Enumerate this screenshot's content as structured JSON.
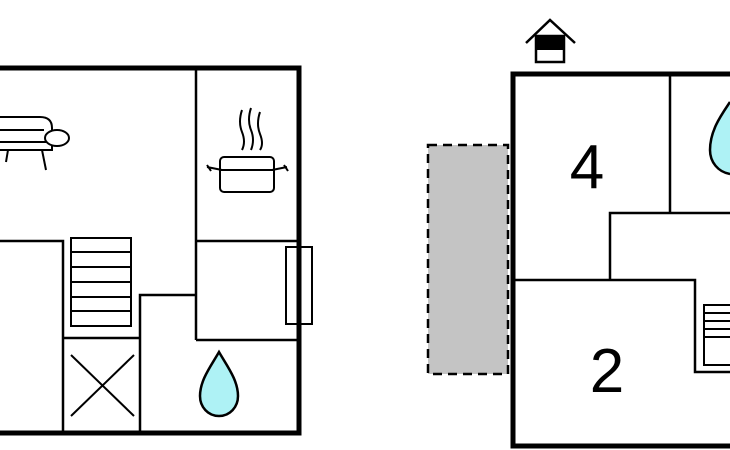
{
  "floor_plan": {
    "rooms": [
      {
        "label": "4",
        "kind": "bedroom"
      },
      {
        "label": "2",
        "kind": "bedroom"
      }
    ],
    "icons": [
      "sofa-icon",
      "cooking-pot-icon",
      "stairs-icon",
      "bathroom-drop-icon",
      "entrance-house-icon",
      "void-cross-icon",
      "terrace-area"
    ],
    "colors": {
      "water_drop": "#aef2f5",
      "terrace": "#c4c4c4",
      "walls": "#000000"
    }
  }
}
